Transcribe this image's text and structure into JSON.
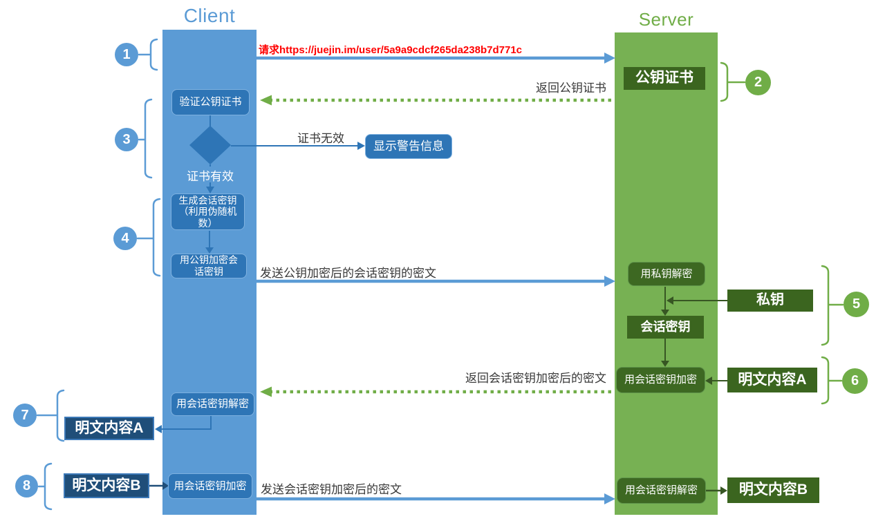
{
  "titles": {
    "client": "Client",
    "server": "Server"
  },
  "steps": {
    "1": "1",
    "2": "2",
    "3": "3",
    "4": "4",
    "5": "5",
    "6": "6",
    "7": "7",
    "8": "8"
  },
  "client": {
    "verify_cert": "验证公钥证书",
    "cond_invalid": "证书无效",
    "cond_valid": "证书有效",
    "warning": "显示警告信息",
    "gen_key_1": "生成会话密钥",
    "gen_key_2": "（利用伪随机",
    "gen_key_3": "数）",
    "pub_encrypt_1": "用公钥加密会",
    "pub_encrypt_2": "话密钥",
    "session_decrypt": "用会话密钥解密",
    "session_encrypt": "用会话密钥加密",
    "plaintext_a": "明文内容A",
    "plaintext_b": "明文内容B"
  },
  "server": {
    "pub_cert": "公钥证书",
    "private_decrypt": "用私钥解密",
    "private_key": "私钥",
    "session_key": "会话密钥",
    "session_encrypt": "用会话密钥加密",
    "session_decrypt": "用会话密钥解密",
    "plaintext_a": "明文内容A",
    "plaintext_b": "明文内容B"
  },
  "messages": {
    "request": "请求https://juejin.im/user/5a9a9cdcf265da238b7d771c",
    "return_cert": "返回公钥证书",
    "send_key": "发送公钥加密后的会话密钥的密文",
    "return_cipher": "返回会话密钥加密后的密文",
    "send_cipher_b": "发送会话密钥加密后的密文"
  },
  "colors": {
    "client_blue": "#5B9BD5",
    "client_dark_blue": "#2E75B6",
    "client_navy": "#1F4E79",
    "server_green": "#70AD47",
    "server_dark_green": "#3D6822",
    "request_red": "#FF0000"
  }
}
